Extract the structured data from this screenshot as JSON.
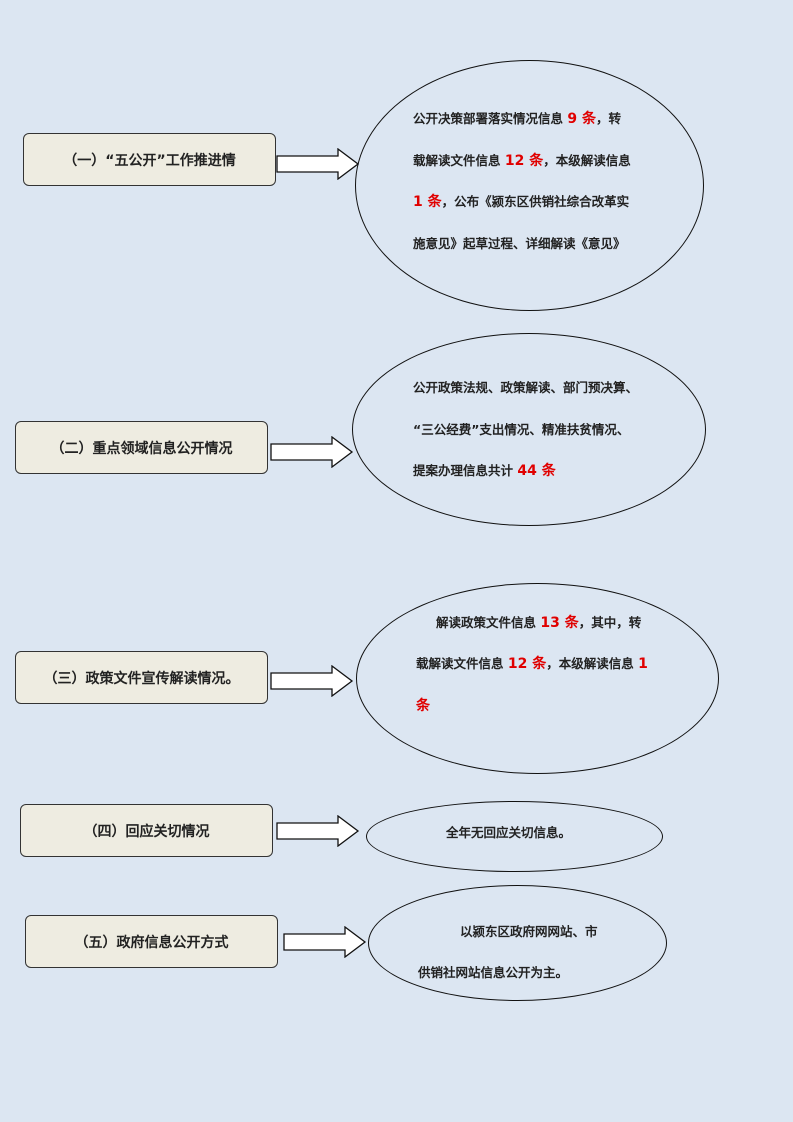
{
  "colors": {
    "background": "#dce6f2",
    "box_fill": "#eeece1",
    "highlight": "#e00000"
  },
  "sections": [
    {
      "label": "（一）“五公开”工作推进情",
      "lines": [
        [
          {
            "t": "公开决策部署落实情况信息 "
          },
          {
            "t": "9 条",
            "red": true
          },
          {
            "t": "，转"
          }
        ],
        [
          {
            "t": "载解读文件信息 "
          },
          {
            "t": "12 条",
            "red": true
          },
          {
            "t": "，本级解读信息"
          }
        ],
        [
          {
            "t": "1 条",
            "red": true
          },
          {
            "t": "，公布《颍东区供销社综合改革实"
          }
        ],
        [
          {
            "t": "施意见》起草过程、详细解读《意见》"
          }
        ]
      ]
    },
    {
      "label": "（二）重点领域信息公开情况",
      "lines": [
        [
          {
            "t": "公开政策法规、政策解读、部门预决算、"
          }
        ],
        [
          {
            "t": "“三公经费”支出情况、精准扶贫情况、"
          }
        ],
        [
          {
            "t": "提案办理信息共计 "
          },
          {
            "t": "44 条",
            "red": true
          }
        ]
      ]
    },
    {
      "label": "（三）政策文件宣传解读情况。",
      "lines": [
        [
          {
            "t": "解读政策文件信息 "
          },
          {
            "t": "13 条",
            "red": true
          },
          {
            "t": "，其中，转"
          }
        ],
        [
          {
            "t": "载解读文件信息 "
          },
          {
            "t": "12 条",
            "red": true
          },
          {
            "t": "，本级解读信息 "
          },
          {
            "t": "1",
            "red": true
          }
        ],
        [
          {
            "t": "条",
            "red": true
          }
        ]
      ]
    },
    {
      "label": "（四）回应关切情况",
      "lines": [
        [
          {
            "t": "全年无回应关切信息。"
          }
        ]
      ]
    },
    {
      "label": "（五）政府信息公开方式",
      "lines": [
        [
          {
            "t": "以颍东区政府网网站、市"
          }
        ],
        [
          {
            "t": "供销社网站信息公开为主。"
          }
        ]
      ]
    }
  ]
}
